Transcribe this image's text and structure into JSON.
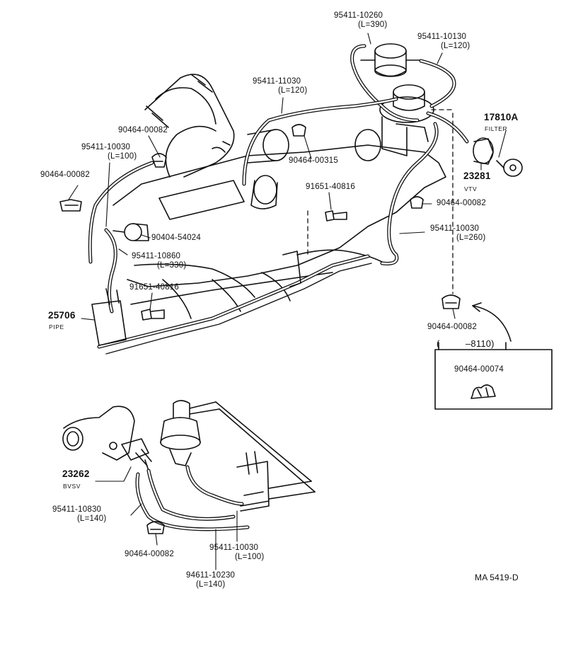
{
  "drawing_code": "MA  5419-D",
  "parts": {
    "p_95411_10260": {
      "num": "95411-10260",
      "len": "(L=390)"
    },
    "p_95411_10130": {
      "num": "95411-10130",
      "len": "(L=120)"
    },
    "p_95411_11030": {
      "num": "95411-11030",
      "len": "(L=120)"
    },
    "p_90464_00082_a": {
      "num": "90464-00082"
    },
    "p_95411_10030_a": {
      "num": "95411-10030",
      "len": "(L=100)"
    },
    "p_90464_00082_b": {
      "num": "90464-00082"
    },
    "p_17810A": {
      "num": "17810A",
      "name": "FILTER"
    },
    "p_90464_00315": {
      "num": "90464-00315"
    },
    "p_23281": {
      "num": "23281",
      "name": "VTV"
    },
    "p_91651_40816_a": {
      "num": "91651-40816"
    },
    "p_90464_00082_c": {
      "num": "90464-00082"
    },
    "p_90404_54024": {
      "num": "90404-54024"
    },
    "p_95411_10030_b": {
      "num": "95411-10030",
      "len": "(L=260)"
    },
    "p_95411_10860": {
      "num": "95411-10860",
      "len": "(L=330)"
    },
    "p_91651_40816_b": {
      "num": "91651-40816"
    },
    "p_25706": {
      "num": "25706",
      "name": "PIPE"
    },
    "p_90464_00082_d": {
      "num": "90464-00082"
    },
    "p_8110": {
      "num": "–8110)",
      "open": "("
    },
    "p_90464_00074": {
      "num": "90464-00074"
    },
    "p_23262": {
      "num": "23262",
      "name": "BVSV"
    },
    "p_95411_10830": {
      "num": "95411-10830",
      "len": "(L=140)"
    },
    "p_90464_00082_e": {
      "num": "90464-00082"
    },
    "p_95411_10030_c": {
      "num": "95411-10030",
      "len": "(L=100)"
    },
    "p_94611_10230": {
      "num": "94611-10230",
      "len": "(L=140)"
    }
  }
}
